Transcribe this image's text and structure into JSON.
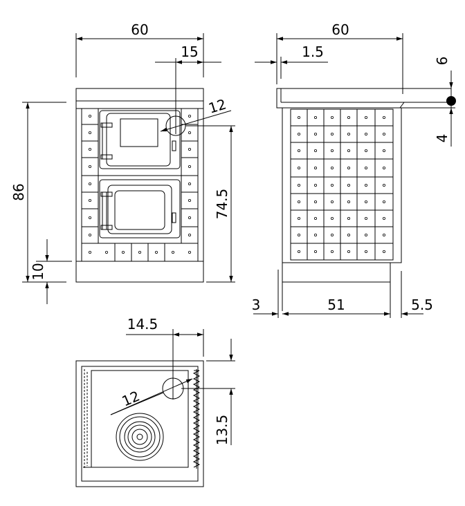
{
  "front_view": {
    "width": "60",
    "offset": "15",
    "diameter": "12",
    "height": "86",
    "inner_height": "74.5",
    "base_height": "10"
  },
  "side_view": {
    "width": "60",
    "overhang": "1.5",
    "top_thickness": "6",
    "gap": "4",
    "left_inset": "3",
    "body_width": "51",
    "right_inset": "5.5"
  },
  "top_view": {
    "offset": "14.5",
    "diameter": "12",
    "depth": "13.5"
  }
}
